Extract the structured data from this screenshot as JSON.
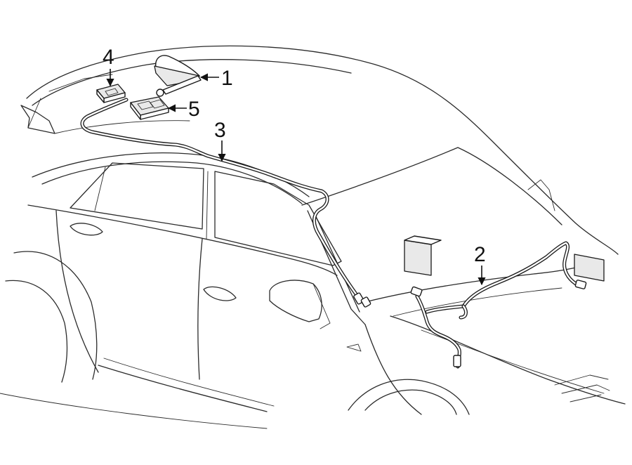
{
  "callouts": {
    "c1": "1",
    "c2": "2",
    "c3": "3",
    "c4": "4",
    "c5": "5"
  },
  "colors": {
    "line": "#2b2b2b",
    "part_fill": "#e9e9e9",
    "background": "#ffffff"
  }
}
